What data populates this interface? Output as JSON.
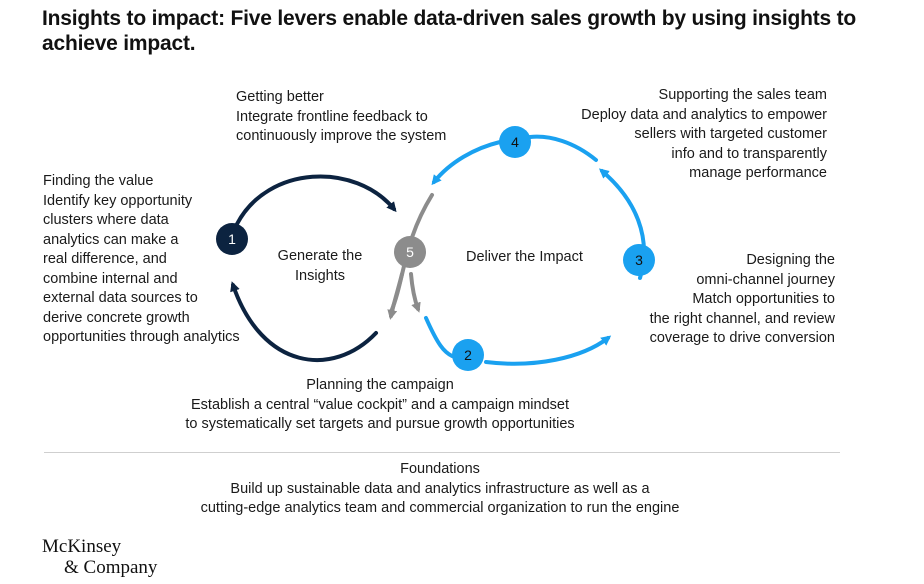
{
  "title": "Insights to impact: Five levers enable data-driven sales growth by using insights to achieve impact.",
  "colors": {
    "dark": "#0c2340",
    "blue": "#1aa1f0",
    "gray": "#8c8c8c",
    "text": "#1a1a1a"
  },
  "diagram": {
    "left_loop_label": "Generate the\nInsights",
    "right_loop_label": "Deliver the Impact",
    "nodes": [
      "1",
      "2",
      "3",
      "4",
      "5"
    ]
  },
  "levers": {
    "finding_value": {
      "heading": "Finding the value",
      "body": "Identify key opportunity\nclusters where data\nanalytics can make a\nreal difference, and\ncombine internal and\nexternal data sources to\nderive concrete growth\nopportunities through analytics"
    },
    "getting_better": {
      "heading": "Getting better",
      "body": "Integrate frontline feedback to\ncontinuously improve the system"
    },
    "supporting_sales": {
      "heading": "Supporting the sales team",
      "body": "Deploy data and analytics to empower\nsellers with targeted customer\ninfo and to transparently\nmanage performance"
    },
    "designing_journey": {
      "heading": "Designing the\nomni-channel journey",
      "body": "Match opportunities to\nthe right channel, and review\ncoverage to drive conversion"
    },
    "planning_campaign": {
      "heading": "Planning the campaign",
      "body": "Establish a central “value cockpit” and a campaign mindset\nto systematically set targets and pursue growth opportunities"
    }
  },
  "foundations": {
    "heading": "Foundations",
    "body": "Build up sustainable data and analytics infrastructure as well as a\ncutting-edge analytics team and commercial organization to run the engine"
  },
  "logo": {
    "line1": "McKinsey",
    "line2": "& Company"
  }
}
